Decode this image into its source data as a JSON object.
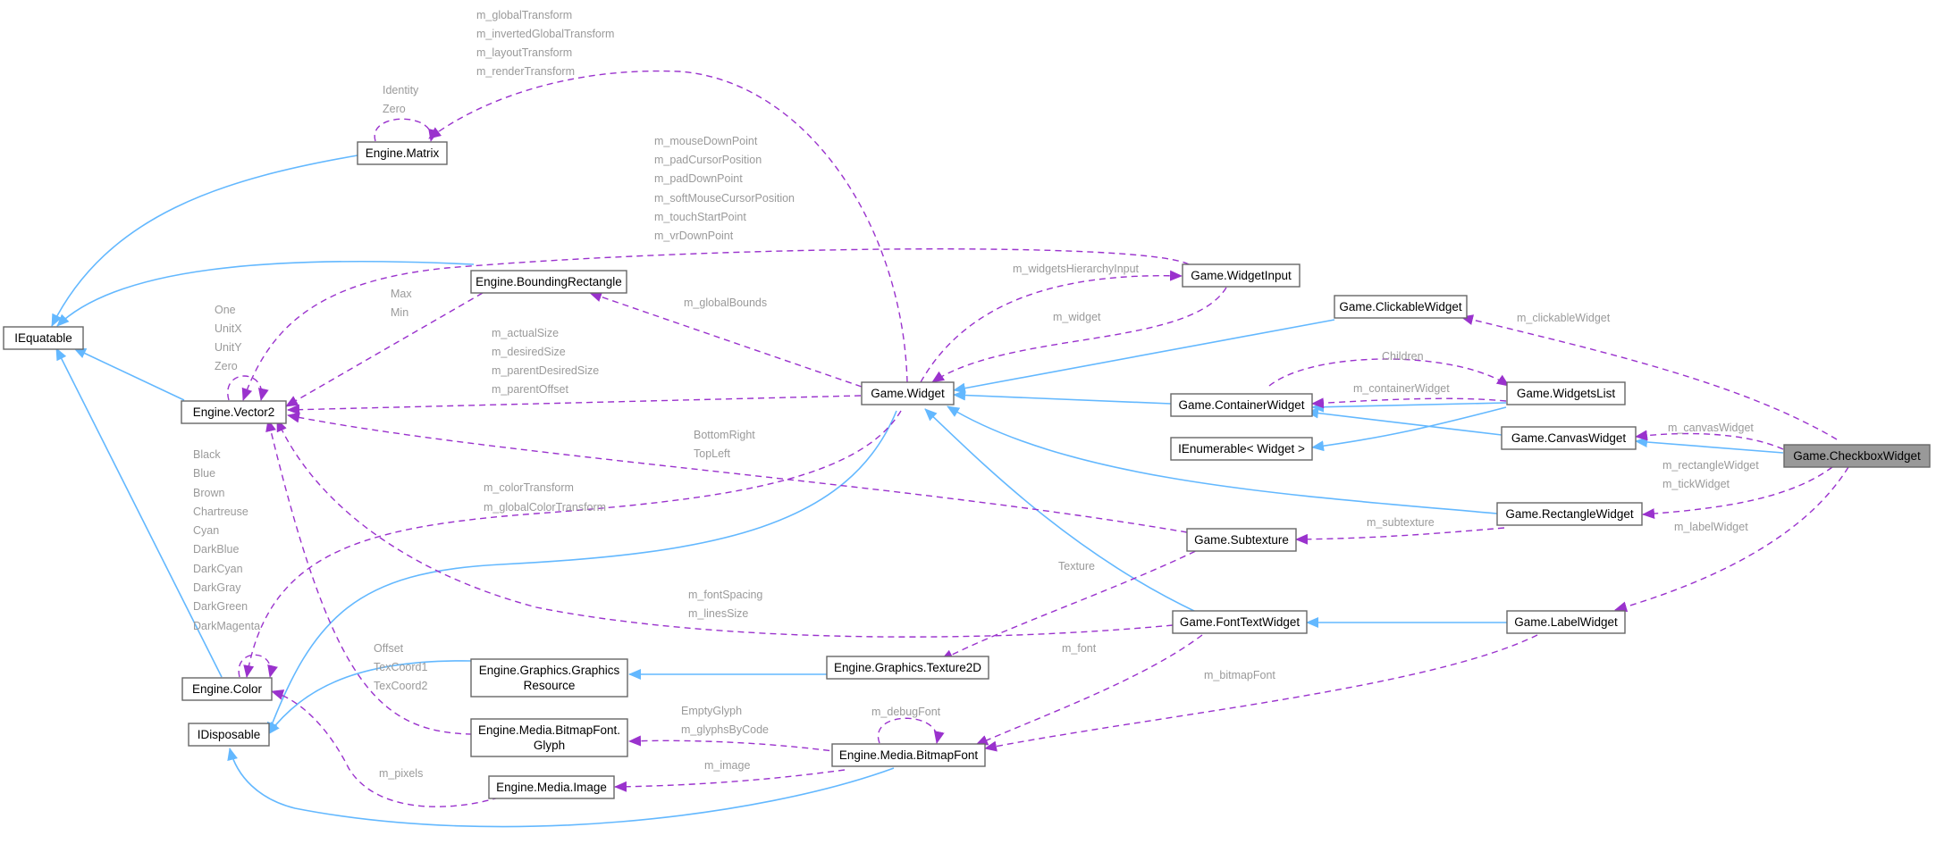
{
  "colors": {
    "inheritance_edge": "#63b8ff",
    "usage_edge": "#9a32cd",
    "node_border": "#666666",
    "highlight_node_fill": "#999999",
    "edge_label": "#9a9a9a"
  },
  "nodes": {
    "iequatable": "IEquatable",
    "matrix": "Engine.Matrix",
    "vector2": "Engine.Vector2",
    "bounding_rectangle": "Engine.BoundingRectangle",
    "color": "Engine.Color",
    "idisposable": "IDisposable",
    "graphics_resource_line1": "Engine.Graphics.Graphics",
    "graphics_resource_line2": "Resource",
    "glyph_line1": "Engine.Media.BitmapFont.",
    "glyph_line2": "Glyph",
    "image": "Engine.Media.Image",
    "bitmap_font": "Engine.Media.BitmapFont",
    "texture2d": "Engine.Graphics.Texture2D",
    "widget": "Game.Widget",
    "widget_input": "Game.WidgetInput",
    "clickable_widget": "Game.ClickableWidget",
    "container_widget": "Game.ContainerWidget",
    "widgets_list": "Game.WidgetsList",
    "ienumerable_widget": "IEnumerable< Widget >",
    "canvas_widget": "Game.CanvasWidget",
    "checkbox_widget": "Game.CheckboxWidget",
    "rectangle_widget": "Game.RectangleWidget",
    "subtexture": "Game.Subtexture",
    "font_text_widget": "Game.FontTextWidget",
    "label_widget": "Game.LabelWidget"
  },
  "edge_labels": {
    "widget_to_matrix": [
      "m_globalTransform",
      "m_invertedGlobalTransform",
      "m_layoutTransform",
      "m_renderTransform"
    ],
    "matrix_self": [
      "Identity",
      "Zero"
    ],
    "widgetinput_to_vector2": [
      "m_mouseDownPoint",
      "m_padCursorPosition",
      "m_padDownPoint",
      "m_softMouseCursorPosition",
      "m_touchStartPoint",
      "m_vrDownPoint"
    ],
    "widget_to_widgetinput": "m_widgetsHierarchyInput",
    "widgetinput_to_widget": "m_widget",
    "widget_to_bounds": "m_globalBounds",
    "bounds_to_vector2": [
      "Max",
      "Min"
    ],
    "vector2_self": [
      "One",
      "UnitX",
      "UnitY",
      "Zero"
    ],
    "widget_to_vector2": [
      "m_actualSize",
      "m_desiredSize",
      "m_parentDesiredSize",
      "m_parentOffset"
    ],
    "subtexture_to_vector2": [
      "BottomRight",
      "TopLeft"
    ],
    "color_self": [
      "Black",
      "Blue",
      "Brown",
      "Chartreuse",
      "Cyan",
      "DarkBlue",
      "DarkCyan",
      "DarkGray",
      "DarkGreen",
      "DarkMagenta"
    ],
    "widget_to_color": [
      "m_colorTransform",
      "m_globalColorTransform"
    ],
    "fonttext_to_vector2": [
      "m_fontSpacing",
      "m_linesSize"
    ],
    "subtexture_to_texture": "Texture",
    "glyph_to_vector2": [
      "Offset",
      "TexCoord1",
      "TexCoord2"
    ],
    "fonttext_to_bitmapfont": "m_font",
    "label_to_bitmapfont": "m_bitmapFont",
    "bitmapfont_self": "m_debugFont",
    "bitmapfont_to_glyph": [
      "EmptyGlyph",
      "m_glyphsByCode"
    ],
    "bitmapfont_to_image": "m_image",
    "image_to_color": "m_pixels",
    "checkbox_to_clickable": "m_clickableWidget",
    "widgetslist_self": "Children",
    "widgetslist_to_container": "m_containerWidget",
    "checkbox_to_canvas": "m_canvasWidget",
    "checkbox_to_rectangle": [
      "m_rectangleWidget",
      "m_tickWidget"
    ],
    "rectangle_to_subtexture": "m_subtexture",
    "checkbox_to_label": "m_labelWidget"
  }
}
